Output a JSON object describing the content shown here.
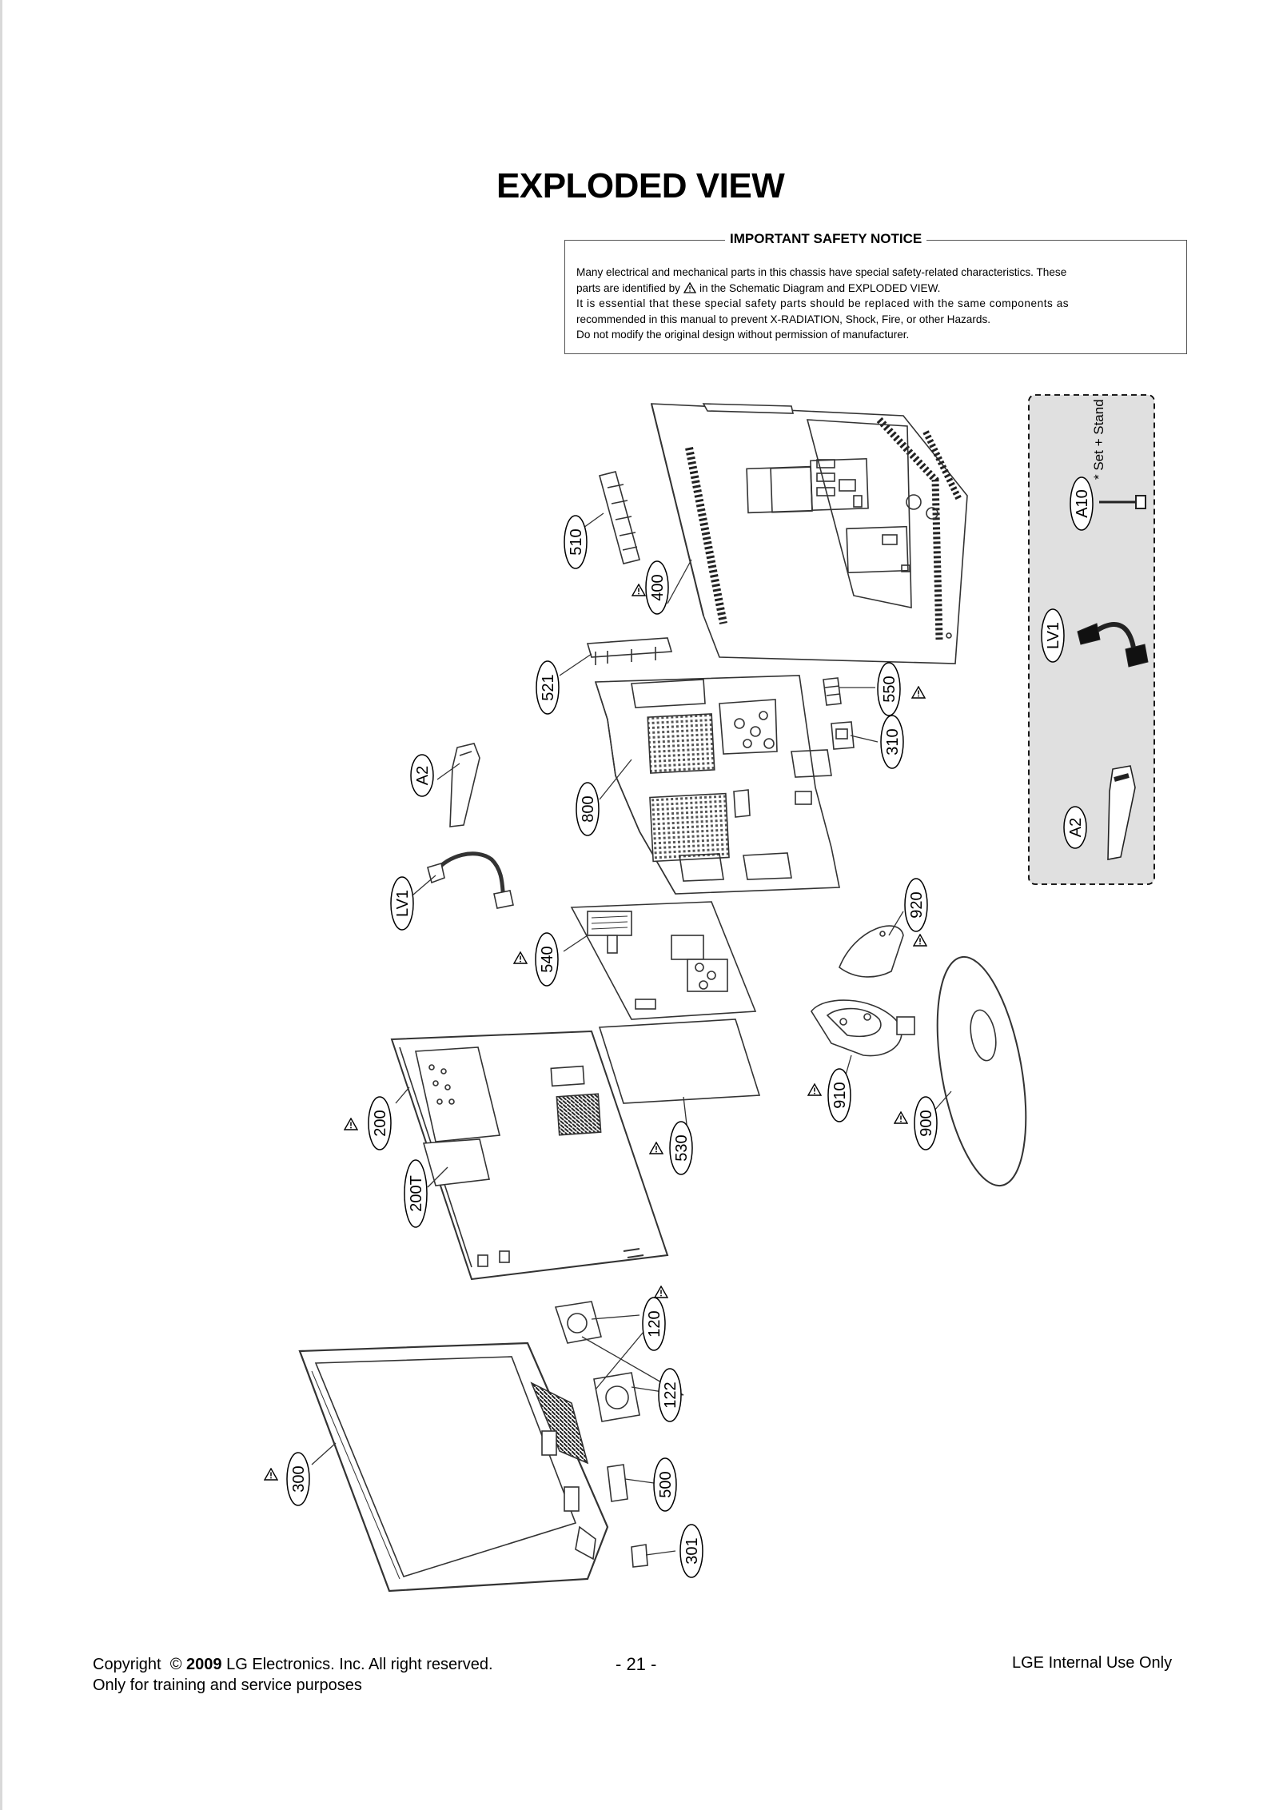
{
  "page": {
    "title": "EXPLODED VIEW",
    "page_number": "- 21 -"
  },
  "notice": {
    "title": "IMPORTANT SAFETY NOTICE",
    "line1": "Many electrical and mechanical parts in this chassis have special safety-related characteristics. These",
    "line2a": "parts are identified by",
    "line2b": "in the Schematic Diagram and EXPLODED VIEW.",
    "line3": "It is essential that these special safety parts should be replaced with the same components as",
    "line4": "recommended in this manual to prevent X-RADIATION, Shock, Fire, or other Hazards.",
    "line5": "Do not modify the original design without permission of manufacturer."
  },
  "parts": {
    "p510": "510",
    "p400": "400",
    "p521": "521",
    "p550": "550",
    "p310": "310",
    "p800": "800",
    "pA2": "A2",
    "pLV1": "LV1",
    "p540": "540",
    "p920": "920",
    "p910": "910",
    "p900": "900",
    "p530": "530",
    "p200": "200",
    "p200T": "200T",
    "p120": "120",
    "p122": "122",
    "p300": "300",
    "p500": "500",
    "p301": "301"
  },
  "inset": {
    "a10": "A10",
    "stand_note": "* Set + Stand",
    "lv1": "LV1",
    "a2": "A2"
  },
  "footer": {
    "copyright_prefix": "Copyright",
    "copyright_symbol": "©",
    "copyright_year": "2009",
    "copyright_rest": "LG Electronics. Inc. All right reserved.",
    "training": "Only for training and service purposes",
    "internal": "LGE Internal Use Only"
  }
}
